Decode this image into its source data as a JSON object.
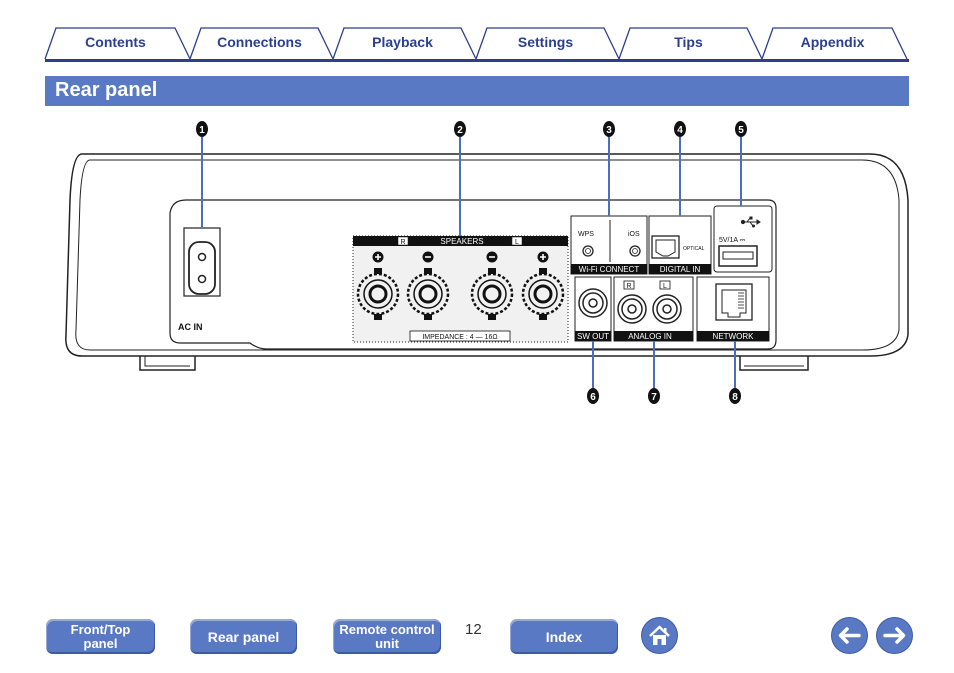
{
  "tabs": [
    "Contents",
    "Connections",
    "Playback",
    "Settings",
    "Tips",
    "Appendix"
  ],
  "page_title": "Rear panel",
  "callouts": [
    "1",
    "2",
    "3",
    "4",
    "5",
    "6",
    "7",
    "8"
  ],
  "panel_labels": {
    "ac_in": "AC IN",
    "speakers": "SPEAKERS",
    "speaker_r": "R",
    "speaker_l": "L",
    "impedance": "IMPEDANCE : 4 — 16Ω",
    "wps": "WPS",
    "ios": "iOS",
    "wifi_connect": "Wi-Fi CONNECT",
    "optical": "OPTICAL",
    "digital_in": "DIGITAL IN",
    "usb_rating": "5V/1A ⎓",
    "sw_out": "SW OUT",
    "analog_r": "R",
    "analog_l": "L",
    "analog_in": "ANALOG IN",
    "network": "NETWORK"
  },
  "bottom_nav": {
    "front_top_line1": "Front/Top",
    "front_top_line2": "panel",
    "rear_panel": "Rear panel",
    "remote_line1": "Remote control",
    "remote_line2": "unit",
    "index": "Index"
  },
  "page_number": "12",
  "colors": {
    "accent": "#5a79c4",
    "tab_text": "#2b3f8f",
    "callout_line": "#4a6fc1"
  }
}
